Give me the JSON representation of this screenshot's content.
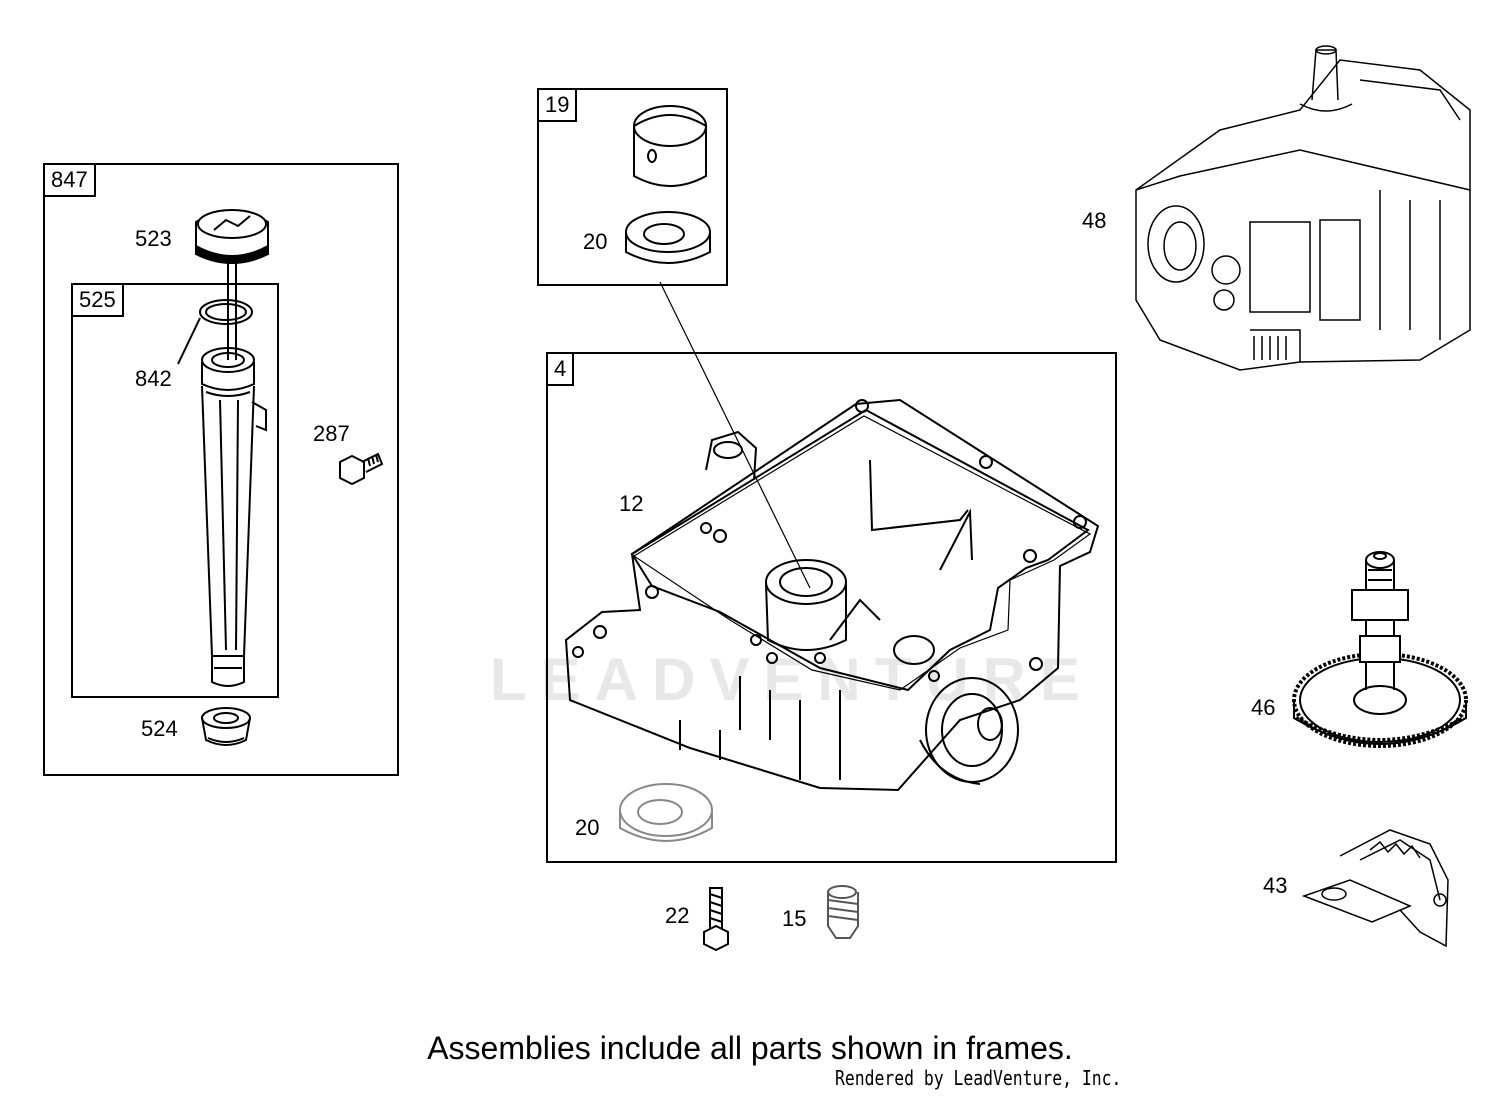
{
  "frames": {
    "f847": "847",
    "f525": "525",
    "f19": "19",
    "f4": "4"
  },
  "callouts": {
    "c523": "523",
    "c842": "842",
    "c524": "524",
    "c287": "287",
    "c20_top": "20",
    "c12": "12",
    "c20_bottom": "20",
    "c22": "22",
    "c15": "15",
    "c48": "48",
    "c46": "46",
    "c43": "43"
  },
  "watermark": "LEADVENTURE",
  "caption": "Assemblies include all parts shown in frames.",
  "credit": "Rendered by LeadVenture, Inc.",
  "colors": {
    "line": "#000000",
    "watermark": "#e8e8e8"
  }
}
